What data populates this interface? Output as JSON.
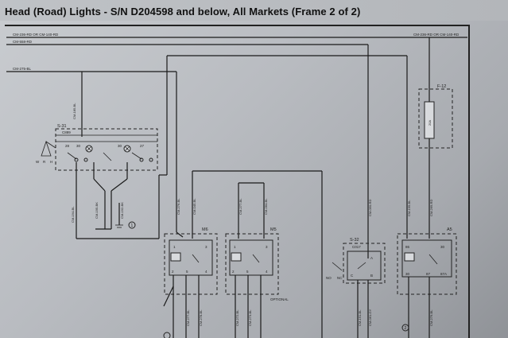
{
  "document": {
    "title": "Head (Road) Lights - S/N D204598 and below, All Markets (Frame 2 of 2)"
  },
  "buses": {
    "top_left": "CM-236-RD OR CM-140-RD",
    "top_right": "CM-236-RD OR CM-140-RD",
    "second": "CM-558-RD",
    "third": "CM-275-BL"
  },
  "components": {
    "s31": {
      "id": "S-31",
      "sub": "C889",
      "pins": [
        "28",
        "30",
        "30",
        "27"
      ],
      "positions": [
        "W",
        "R",
        "H"
      ]
    },
    "m6": {
      "id": "M6",
      "pins_top": [
        "1",
        "3"
      ],
      "pins_bottom": [
        "2",
        "5",
        "4"
      ]
    },
    "m5": {
      "id": "M5",
      "pins_top": [
        "1",
        "3"
      ],
      "pins_bottom": [
        "2",
        "5",
        "4"
      ],
      "note": "OPTIONAL"
    },
    "s32": {
      "id": "S-32",
      "sub": "C017",
      "pins": [
        "A",
        "C",
        "B"
      ],
      "states": [
        "NO",
        "NC"
      ]
    },
    "a5": {
      "id": "A5",
      "pins_top": [
        "86",
        "30"
      ],
      "pins_bottom": [
        "30",
        "87",
        "87A"
      ]
    },
    "f12": {
      "id": "F-12",
      "rating": "20A"
    }
  },
  "wire_labels": {
    "w1": "CM-185-BL",
    "w2": "CM-194-BL",
    "w3": "CM-195-BK",
    "w4": "CM-192-BK",
    "w5": "CM-276-BL",
    "w6": "CM-045-BL",
    "w7": "CM-277-BL",
    "w8": "CM-284-BL",
    "w9": "CM-050-RD",
    "w10": "CM-199-BL",
    "w11": "CM-269-RD",
    "w12": "CM-277-BL",
    "w13": "CM-278-BL",
    "w14": "CM-272-BL",
    "w15": "CM-273-BL",
    "w16": "CM-191-BL",
    "w17": "CM-061-GY",
    "w18": "CM-279-BL"
  },
  "callouts": [
    "1",
    "2"
  ]
}
